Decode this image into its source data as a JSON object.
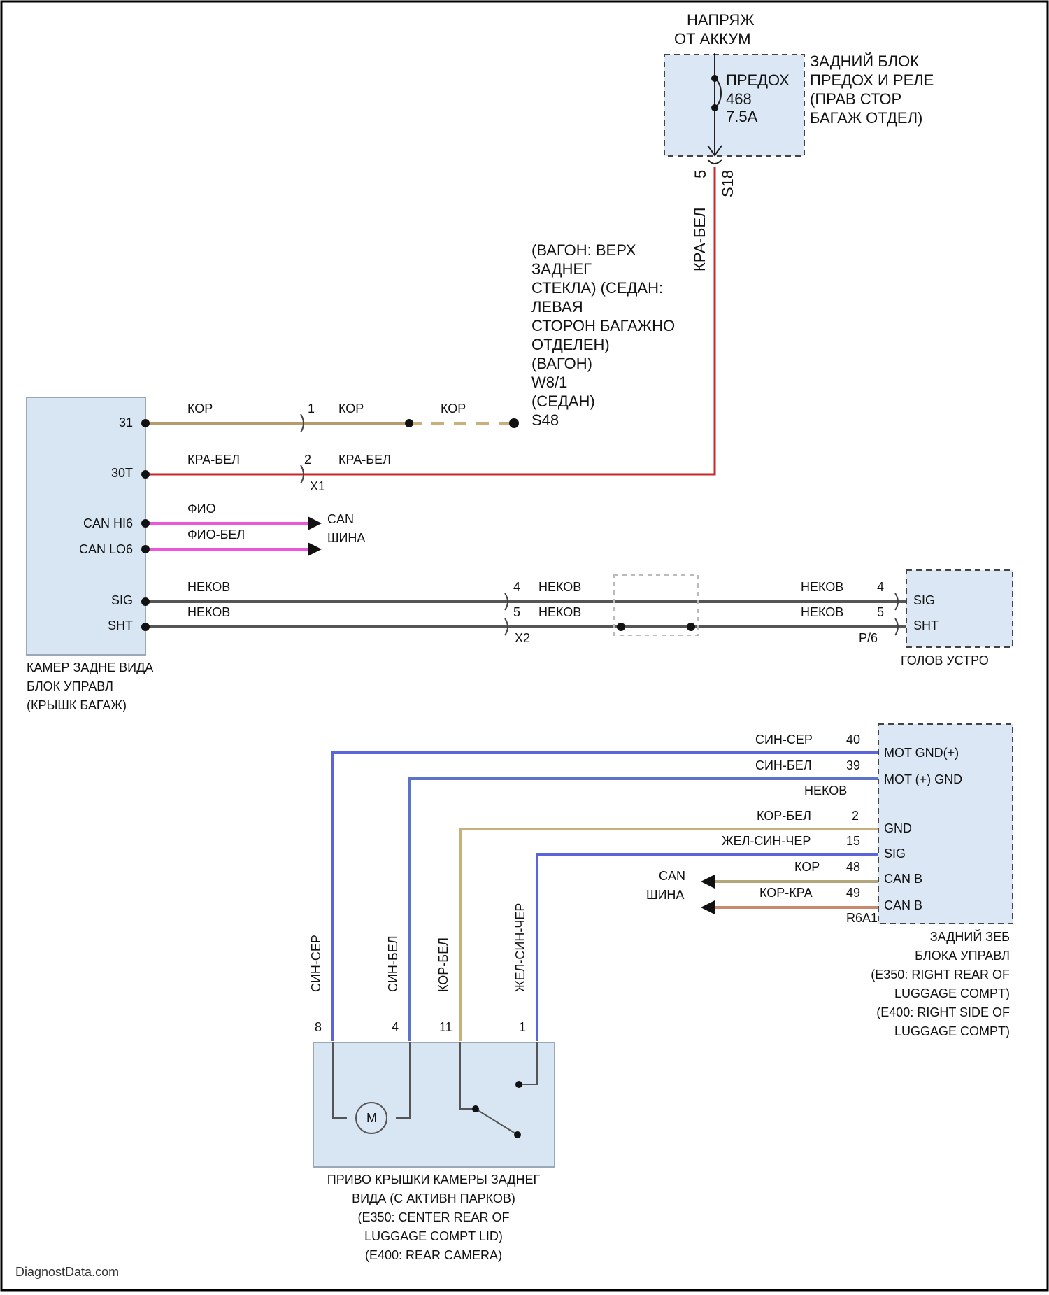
{
  "supply": {
    "label_1": "НАПРЯЖ",
    "label_2": "ОТ АККУМ"
  },
  "fuse_box": {
    "title_1": "ЗАДНИЙ БЛОК",
    "title_2": "ПРЕДОХ И РЕЛЕ",
    "title_3": "(ПРАВ СТОР",
    "title_4": "БАГАЖ ОТДЕЛ)",
    "fuse_1": "ПРЕДОХ",
    "fuse_2": "468",
    "fuse_3": "7.5A",
    "pin": "5",
    "connector": "S18",
    "wire": "КРА-БЕЛ"
  },
  "note": {
    "lines": [
      "(ВАГОН: ВЕРХ",
      "ЗАДНЕГ",
      "СТЕКЛА) (СЕДАН:",
      "ЛЕВАЯ",
      "СТОРОН БАГАЖНО",
      "ОТДЕЛЕН)",
      "(ВАГОН)",
      "W8/1",
      "(СЕДАН)",
      "S48"
    ]
  },
  "camera_module": {
    "pins": [
      "31",
      "30T",
      "CAN HI6",
      "CAN LO6",
      "SIG",
      "SHT"
    ],
    "name_1": "КАМЕР ЗАДНЕ ВИДА",
    "name_2": "БЛОК УПРАВЛ",
    "name_3": "(КРЫШК БАГАЖ)"
  },
  "wires_top": {
    "w1": "КОР",
    "w1_pin": "1",
    "w1b": "КОР",
    "w1c": "КОР",
    "w2": "КРА-БЕЛ",
    "w2_pin": "2",
    "w2b": "КРА-БЕЛ",
    "conn_x1": "X1",
    "can_hi": "ФИО",
    "can_lo": "ФИО-БЕЛ",
    "can_bus_1": "CAN",
    "can_bus_2": "ШИНА",
    "sig_a": "НЕКОВ",
    "sig_pin": "4",
    "sig_b": "НЕКОВ",
    "sig_c": "НЕКОВ",
    "sig_pin_r": "4",
    "sht_a": "НЕКОВ",
    "sht_pin": "5",
    "sht_b": "НЕКОВ",
    "sht_c": "НЕКОВ",
    "sht_pin_r": "5",
    "conn_x2": "X2",
    "conn_p": "P/6"
  },
  "head_unit": {
    "pin_sig": "SIG",
    "pin_sht": "SHT",
    "name": "ГОЛОВ УСТРО"
  },
  "rear_ecu": {
    "pins": [
      "MOT GND(+)",
      "MOT (+) GND",
      "GND",
      "SIG",
      "CAN B",
      "CAN B"
    ],
    "wires": [
      "СИН-СЕР",
      "СИН-БЕЛ",
      "НЕКОВ",
      "КОР-БЕЛ",
      "ЖЕЛ-СИН-ЧЕР",
      "КОР",
      "КОР-КРА"
    ],
    "pin_nums": [
      "40",
      "39",
      "2",
      "15",
      "48",
      "49"
    ],
    "can_1": "CAN",
    "can_2": "ШИНА",
    "conn": "R6A1",
    "name_1": "ЗАДНИЙ ЗЕБ",
    "name_2": "БЛОКА УПРАВЛ",
    "name_3": "(E350: RIGHT REAR OF",
    "name_4": "LUGGAGE COMPT)",
    "name_5": "(E400: RIGHT SIDE OF",
    "name_6": "LUGGAGE COMPT)"
  },
  "actuator": {
    "wires": [
      "СИН-СЕР",
      "СИН-БЕЛ",
      "КОР-БЕЛ",
      "ЖЕЛ-СИН-ЧЕР"
    ],
    "pins": [
      "8",
      "4",
      "11",
      "1"
    ],
    "motor": "M",
    "name_1": "ПРИВО КРЫШКИ КАМЕРЫ ЗАДНЕГ",
    "name_2": "ВИДА (С АКТИВН ПАРКОВ)",
    "name_3": "(E350: CENTER REAR OF",
    "name_4": "LUGGAGE COMPT LID)",
    "name_5": "(E400: REAR CAMERA)"
  },
  "watermark": "DiagnostData.com",
  "colors": {
    "red": "#c8282a",
    "brown": "#b89b6a",
    "magenta": "#ee55dd",
    "gray": "#555555",
    "blue": "#5b64d8",
    "tan": "#c9b07a"
  }
}
